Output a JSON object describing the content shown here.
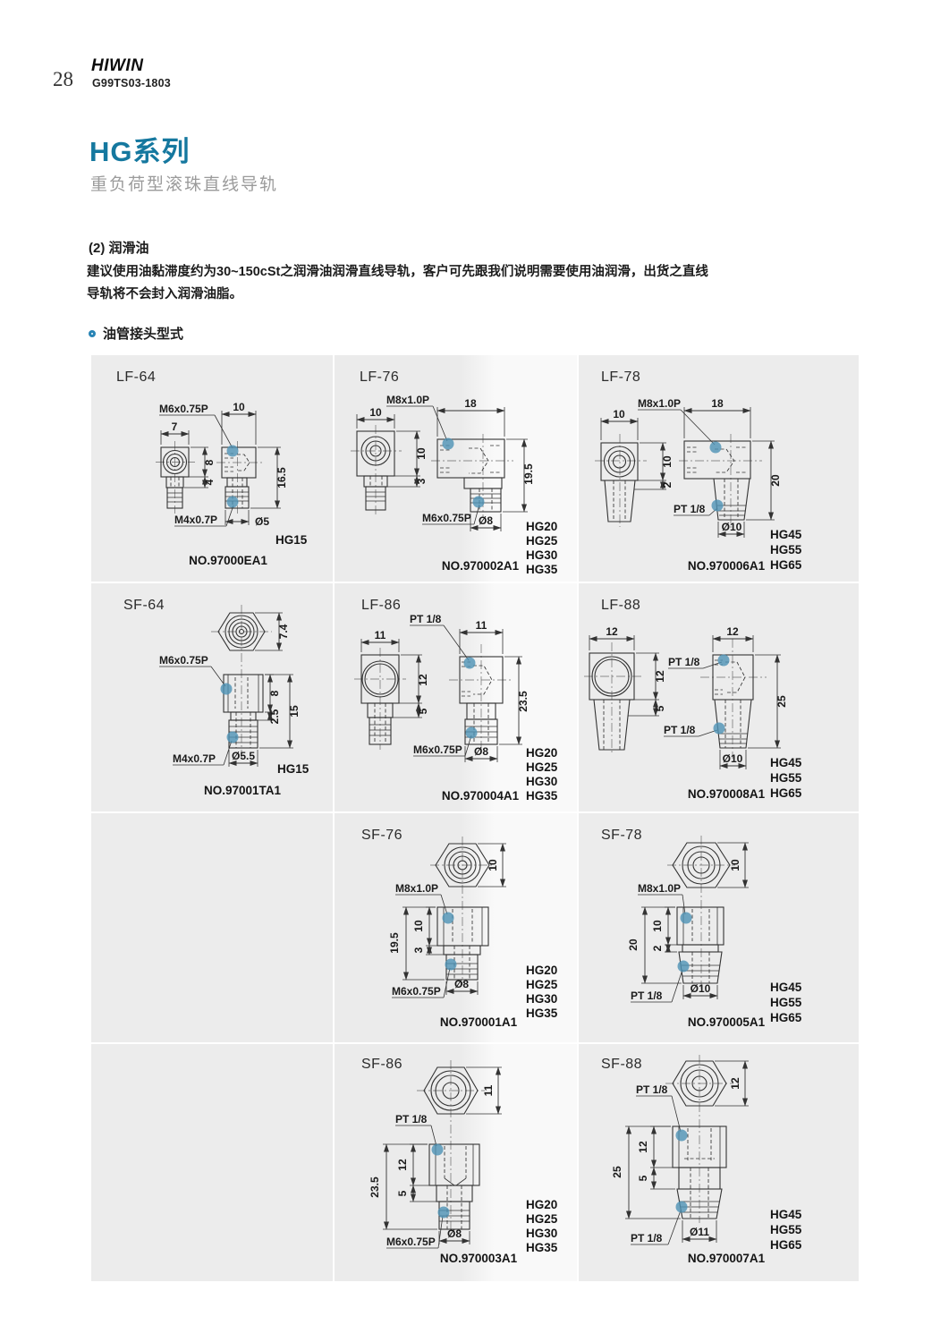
{
  "page": {
    "number": "28",
    "brand": "HIWIN",
    "doc_code": "G99TS03-1803"
  },
  "title": {
    "main": "HG系列",
    "subtitle": "重负荷型滚珠直线导轨"
  },
  "section": {
    "heading": "(2) 润滑油",
    "lines": [
      "建议使用油黏滞度约为30~150cSt之润滑油润滑直线导轨，客户可先跟我们说明需要使用油润滑，出货之直线",
      "导轨将不会封入润滑油脂。"
    ],
    "sub_heading": "油管接头型式"
  },
  "colors": {
    "accent_teal": "#15789F",
    "bullet_blue": "#2884B5",
    "leader_dot": "#4E92B5",
    "cell_bg": "#ECECEC"
  },
  "cells": [
    {
      "title": "LF-64",
      "part_no": "NO.97000EA1",
      "rails": [
        "HG15"
      ],
      "labels": {
        "thread_top": "M6x0.75P",
        "top_width": "10",
        "left_width": "7",
        "h1": "8",
        "h2": "4",
        "h_total": "16.5",
        "thread_bottom": "M4x0.7P",
        "dia": "Ø5"
      }
    },
    {
      "title": "LF-76",
      "part_no": "NO.970002A1",
      "rails": [
        "HG20",
        "HG25",
        "HG30",
        "HG35"
      ],
      "labels": {
        "thread_top": "M8x1.0P",
        "top_width": "18",
        "left_width": "10",
        "h1": "10",
        "h2": "3",
        "h_total": "19.5",
        "thread_bottom": "M6x0.75P",
        "dia": "Ø8"
      }
    },
    {
      "title": "LF-78",
      "part_no": "NO.970006A1",
      "rails": [
        "HG45",
        "HG55",
        "HG65"
      ],
      "labels": {
        "thread_top": "M8x1.0P",
        "top_width": "18",
        "left_width": "10",
        "h1": "10",
        "h2": "2",
        "h_total": "20",
        "thread_bottom": "PT 1/8",
        "dia": "Ø10"
      }
    },
    {
      "title": "SF-64",
      "part_no": "NO.97001TA1",
      "rails": [
        "HG15"
      ],
      "labels": {
        "hex_dia": "7.4",
        "thread_top": "M6x0.75P",
        "h1": "8",
        "h2": "2.5",
        "h_total": "15",
        "thread_bottom": "M4x0.7P",
        "dia": "Ø5.5"
      }
    },
    {
      "title": "LF-86",
      "part_no": "NO.970004A1",
      "rails": [
        "HG20",
        "HG25",
        "HG30",
        "HG35"
      ],
      "labels": {
        "thread_top": "PT 1/8",
        "top_width": "11",
        "left_width": "11",
        "h1": "12",
        "h2": "5",
        "h_total": "23.5",
        "thread_bottom": "M6x0.75P",
        "dia": "Ø8"
      }
    },
    {
      "title": "LF-88",
      "part_no": "NO.970008A1",
      "rails": [
        "HG45",
        "HG55",
        "HG65"
      ],
      "labels": {
        "thread_top": "PT 1/8",
        "top_width": "12",
        "left_width": "12",
        "h1": "12",
        "h2": "5",
        "h_total": "25",
        "thread_bottom": "PT 1/8",
        "dia": "Ø10"
      }
    },
    {
      "title": "SF-76",
      "part_no": "NO.970001A1",
      "rails": [
        "HG20",
        "HG25",
        "HG30",
        "HG35"
      ],
      "labels": {
        "hex_dia": "10",
        "thread_top": "M8x1.0P",
        "h1": "10",
        "h2": "3",
        "h_total": "19.5",
        "thread_bottom": "M6x0.75P",
        "dia": "Ø8"
      }
    },
    {
      "title": "SF-78",
      "part_no": "NO.970005A1",
      "rails": [
        "HG45",
        "HG55",
        "HG65"
      ],
      "labels": {
        "hex_dia": "10",
        "thread_top": "M8x1.0P",
        "h1": "10",
        "h2": "2",
        "h_total": "20",
        "thread_bottom": "PT 1/8",
        "dia": "Ø10"
      }
    },
    {
      "title": "SF-86",
      "part_no": "NO.970003A1",
      "rails": [
        "HG20",
        "HG25",
        "HG30",
        "HG35"
      ],
      "labels": {
        "hex_dia": "11",
        "thread_top": "PT 1/8",
        "h1": "12",
        "h2": "5",
        "h_total": "23.5",
        "thread_bottom": "M6x0.75P",
        "dia": "Ø8"
      }
    },
    {
      "title": "SF-88",
      "part_no": "NO.970007A1",
      "rails": [
        "HG45",
        "HG55",
        "HG65"
      ],
      "labels": {
        "hex_dia": "12",
        "thread_top": "PT 1/8",
        "h1": "12",
        "h2": "5",
        "h_total": "25",
        "thread_bottom": "PT 1/8",
        "dia": "Ø11"
      }
    }
  ]
}
